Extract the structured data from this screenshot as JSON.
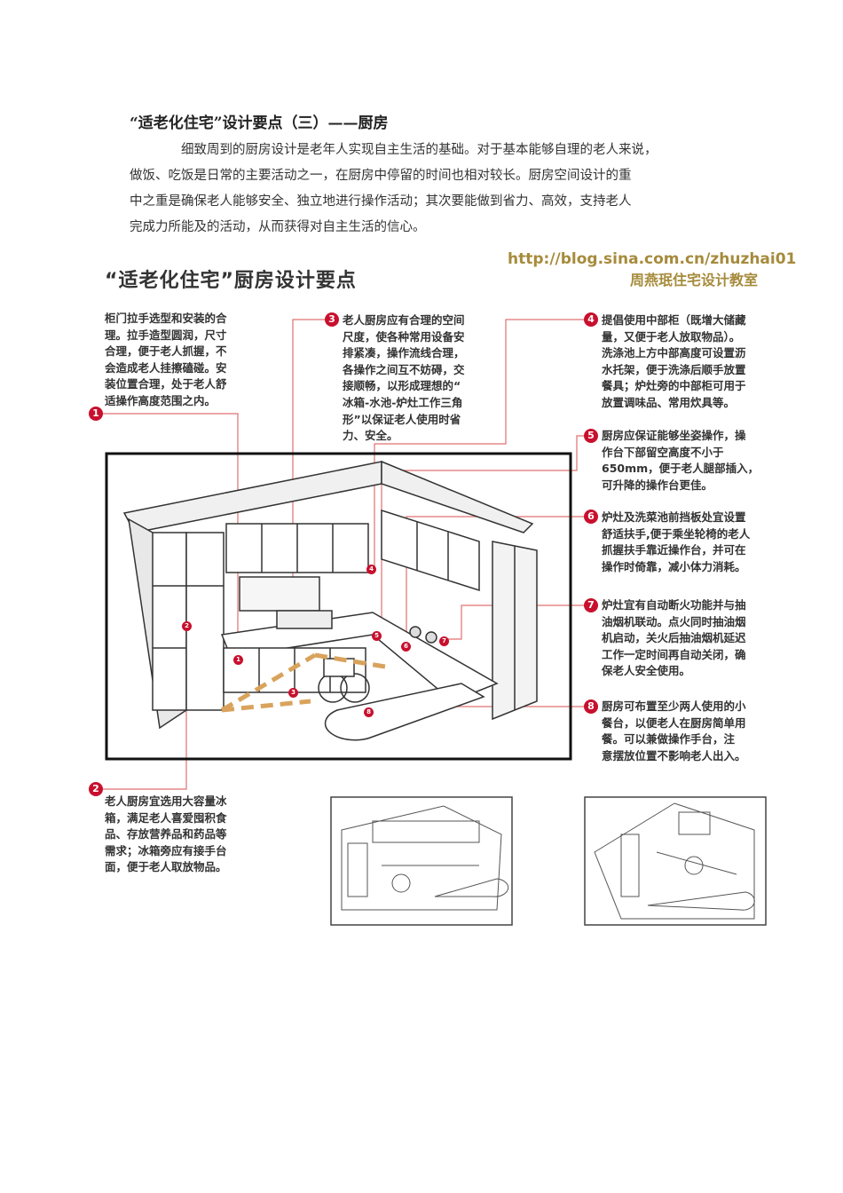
{
  "doc": {
    "heading": "“适老化住宅”设计要点（三）——厨房",
    "paragraph": [
      "细致周到的厨房设计是老年人实现自主生活的基础。对于基本能够自理的老人来说，",
      "做饭、吃饭是日常的主要活动之一，在厨房中停留的时间也相对较长。厨房空间设计的重",
      "中之重是确保老人能够安全、独立地进行操作活动；其次要能做到省力、高效，支持老人",
      "完成力所能及的活动，从而获得对自主生活的信心。"
    ]
  },
  "figure": {
    "title": "“适老化住宅”厨房设计要点",
    "url": "http://blog.sina.com.cn/zhuzhai01",
    "author": "周燕珉住宅设计教室",
    "notes": [
      {
        "num": "1",
        "lines": [
          "柜门拉手选型和安装的合",
          "理。拉手造型圆润，尺寸",
          "合理，便于老人抓握，不",
          "会造成老人挂擦磕碰。安",
          "装位置合理，处于老人舒",
          "适操作高度范围之内。"
        ]
      },
      {
        "num": "2",
        "lines": [
          "老人厨房宜选用大容量冰",
          "箱，满足老人喜爱囤积食",
          "品、存放营养品和药品等",
          "需求；冰箱旁应有接手台",
          "面，便于老人取放物品。"
        ]
      },
      {
        "num": "3",
        "lines": [
          "老人厨房应有合理的空间",
          "尺度，使各种常用设备安",
          "排紧凑，操作流线合理，",
          "各操作之间互不妨碍，交",
          "接顺畅，以形成理想的“",
          "冰箱-水池-炉灶工作三角",
          "形”以保证老人使用时省",
          "力、安全。"
        ]
      },
      {
        "num": "4",
        "lines": [
          "提倡使用中部柜（既增大储藏",
          "量，又便于老人放取物品）。",
          "洗涤池上方中部高度可设置沥",
          "水托架，便于洗涤后顺手放置",
          "餐具；炉灶旁的中部柜可用于",
          "放置调味品、常用炊具等。"
        ]
      },
      {
        "num": "5",
        "lines": [
          "厨房应保证能够坐姿操作，操",
          "作台下部留空高度不小于",
          "650mm，便于老人腿部插入，",
          "可升降的操作台更佳。"
        ]
      },
      {
        "num": "6",
        "lines": [
          "炉灶及洗菜池前挡板处宜设置",
          "舒适扶手,便于乘坐轮椅的老人",
          "抓握扶手靠近操作台，并可在",
          "操作时倚靠，减小体力消耗。"
        ]
      },
      {
        "num": "7",
        "lines": [
          "炉灶宜有自动断火功能并与抽",
          "油烟机联动。点火同时抽油烟",
          "机启动，关火后抽油烟机延迟",
          "工作一定时间再自动关闭，确",
          "保老人安全使用。"
        ]
      },
      {
        "num": "8",
        "lines": [
          "厨房可布置至少两人使用的小",
          "餐台，以便老人在厨房简单用",
          "餐。可以兼做操作手台，注",
          "意摆放位置不影响老人出入。"
        ]
      }
    ],
    "markers": [
      "1",
      "2",
      "3",
      "4",
      "5",
      "6",
      "7",
      "8"
    ]
  },
  "colors": {
    "accent": "#c8102e",
    "url": "#a68b3c",
    "line": "#e07070"
  }
}
